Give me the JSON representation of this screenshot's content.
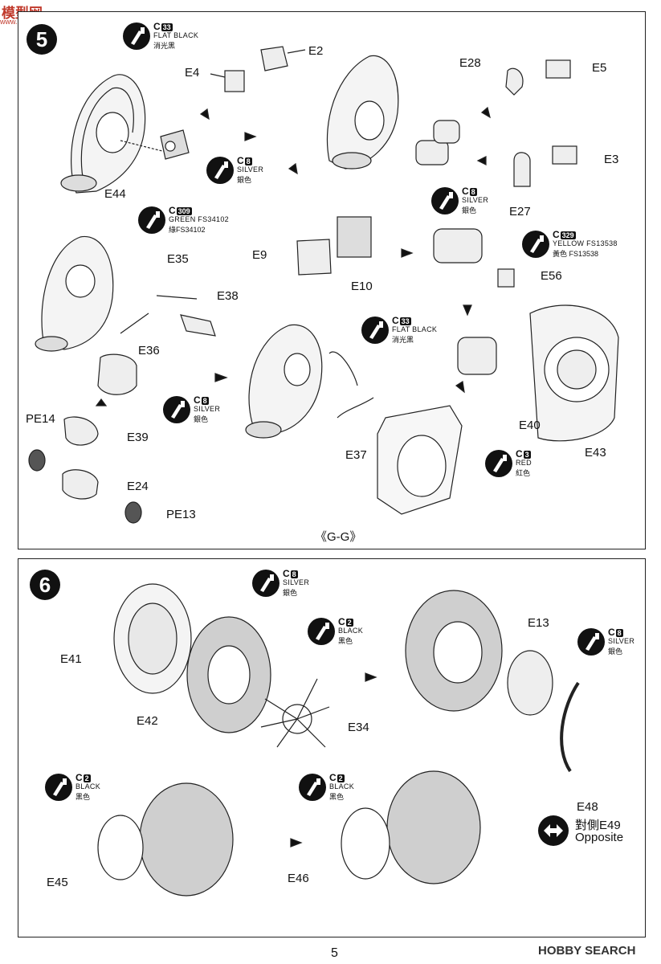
{
  "watermark_top": {
    "logo_text": "模型网",
    "url": "www.moxing.net"
  },
  "steps": [
    {
      "number": "5",
      "caption": "《G-G》"
    },
    {
      "number": "6"
    }
  ],
  "paints": [
    {
      "id": "p1",
      "code": "C",
      "num": "33",
      "en": "FLAT BLACK",
      "cn": "消光黑"
    },
    {
      "id": "p2",
      "code": "C",
      "num": "8",
      "en": "SILVER",
      "cn": "銀色"
    },
    {
      "id": "p3",
      "code": "C",
      "num": "8",
      "en": "SILVER",
      "cn": "銀色"
    },
    {
      "id": "p4",
      "code": "C",
      "num": "309",
      "en": "GREEN FS34102",
      "cn": "綠FS34102"
    },
    {
      "id": "p5",
      "code": "C",
      "num": "329",
      "en": "YELLOW FS13538",
      "cn": "黃色 FS13538"
    },
    {
      "id": "p6",
      "code": "C",
      "num": "33",
      "en": "FLAT BLACK",
      "cn": "消光黑"
    },
    {
      "id": "p7",
      "code": "C",
      "num": "8",
      "en": "SILVER",
      "cn": "銀色"
    },
    {
      "id": "p8",
      "code": "C",
      "num": "3",
      "en": "RED",
      "cn": "紅色"
    },
    {
      "id": "p9",
      "code": "C",
      "num": "8",
      "en": "SILVER",
      "cn": "銀色"
    },
    {
      "id": "p10",
      "code": "C",
      "num": "2",
      "en": "BLACK",
      "cn": "黑色"
    },
    {
      "id": "p11",
      "code": "C",
      "num": "8",
      "en": "SILVER",
      "cn": "銀色"
    },
    {
      "id": "p12",
      "code": "C",
      "num": "2",
      "en": "BLACK",
      "cn": "黑色"
    },
    {
      "id": "p13",
      "code": "C",
      "num": "2",
      "en": "BLACK",
      "cn": "黑色"
    }
  ],
  "part_labels": [
    "E2",
    "E4",
    "E44",
    "E28",
    "E5",
    "E3",
    "E27",
    "E35",
    "E38",
    "E36",
    "E9",
    "E10",
    "E56",
    "PE14",
    "E39",
    "E24",
    "PE13",
    "E37",
    "E40",
    "E43",
    "E41",
    "E42",
    "E34",
    "E13",
    "E48",
    "E45",
    "E46"
  ],
  "opposite": {
    "line1": "對側E49",
    "line2": "Opposite"
  },
  "page_number": "5",
  "footer_brand": "HOBBY SEARCH"
}
